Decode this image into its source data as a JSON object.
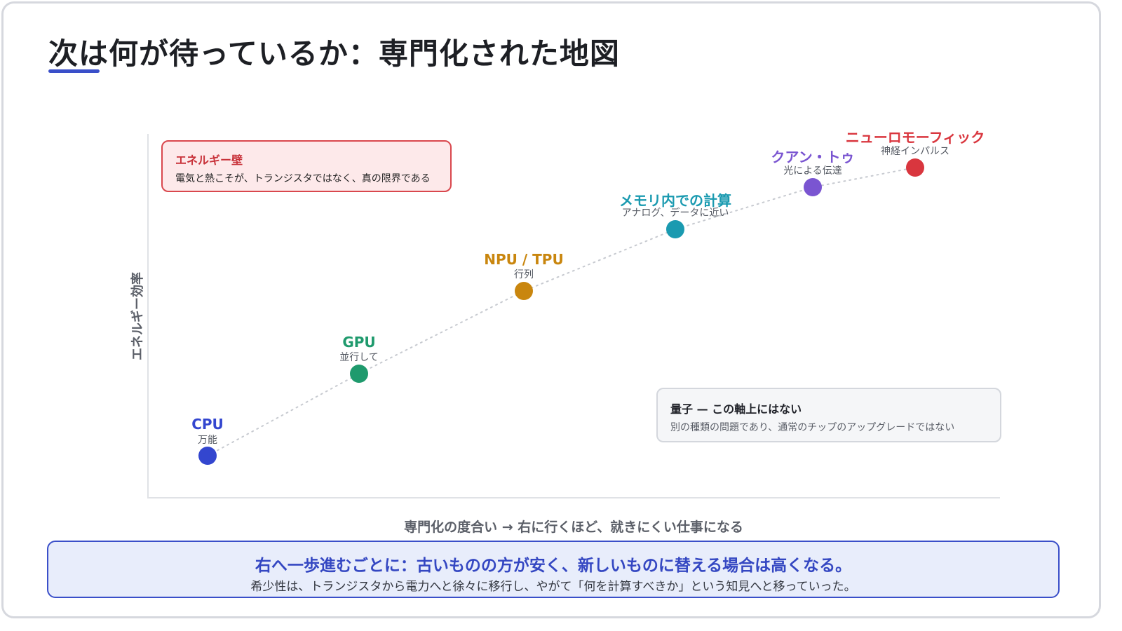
{
  "title": "次は何が待っているか：専門化された地図",
  "colors": {
    "accent": "#3a4fc9",
    "trend_line": "#c7cad0",
    "wall_border": "#d9474d",
    "wall_fill": "#fde9ea"
  },
  "diagram": {
    "y_axis_label": "エネルギー効率",
    "x_axis_label": "専門化の度合い → 右に行くほど、就きにくい仕事になる",
    "nodes": [
      {
        "name": "CPU",
        "subtitle": "万能",
        "color": "#3346cf"
      },
      {
        "name": "GPU",
        "subtitle": "並行して",
        "color": "#1f9a6d"
      },
      {
        "name": "NPU / TPU",
        "subtitle": "行列",
        "color": "#c9860e"
      },
      {
        "name": "メモリ内での計算",
        "subtitle": "アナログ、データに近い",
        "color": "#1a9ab0"
      },
      {
        "name": "クアン・トゥ",
        "subtitle": "光による伝達",
        "color": "#7a55d1"
      },
      {
        "name": "ニューロモーフィック",
        "subtitle": "神経インパルス",
        "color": "#d9363e"
      }
    ],
    "energy_wall": {
      "title": "エネルギー壁",
      "description": "電気と熱こそが、トランジスタではなく、真の限界である"
    },
    "quantum_note": {
      "title": "量子 — この軸上にはない",
      "description": "別の種類の問題であり、通常のチップのアップグレードではない"
    }
  },
  "banner": {
    "main": "右へ一歩進むごとに：古いものの方が安く、新しいものに替える場合は高くなる。",
    "sub": "希少性は、トランジスタから電力へと徐々に移行し、やがて「何を計算すべきか」という知見へと移っていった。"
  }
}
